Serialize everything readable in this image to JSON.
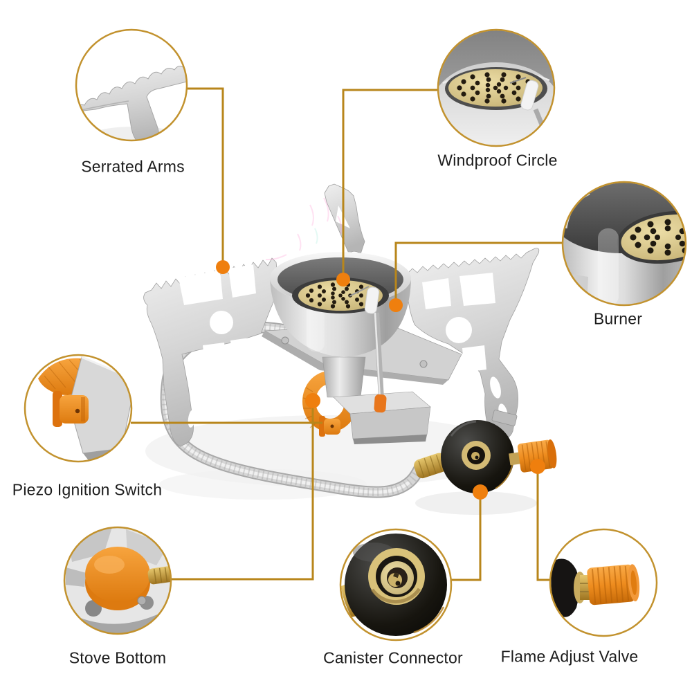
{
  "diagram": {
    "subject": "camping-gas-stove-product-feature-diagram",
    "background": "#ffffff",
    "style": {
      "leader_line_color": "#b8861b",
      "callout_ring_color": "#c2922e",
      "marker_dot_color": "#ef7f0e",
      "label_color": "#1c1c1c",
      "orange_accent": "#e8821a",
      "brass_accent": "#d3ba75"
    },
    "callouts": [
      {
        "id": "serrated-arms",
        "label": "Serrated Arms",
        "photo": "serrated-arm-teeth-closeup"
      },
      {
        "id": "windproof-circle",
        "label": "Windproof Circle",
        "photo": "burner-head-top-closeup"
      },
      {
        "id": "burner",
        "label": "Burner",
        "photo": "burner-cup-side-closeup"
      },
      {
        "id": "piezo-ignition-switch",
        "label": "Piezo Ignition Switch",
        "photo": "ignition-button-closeup"
      },
      {
        "id": "stove-bottom",
        "label": "Stove Bottom",
        "photo": "stove-underside-closeup"
      },
      {
        "id": "canister-connector",
        "label": "Canister Connector",
        "photo": "canister-thread-closeup"
      },
      {
        "id": "flame-adjust-valve",
        "label": "Flame Adjust Valve",
        "photo": "flame-valve-knob-closeup"
      }
    ]
  }
}
